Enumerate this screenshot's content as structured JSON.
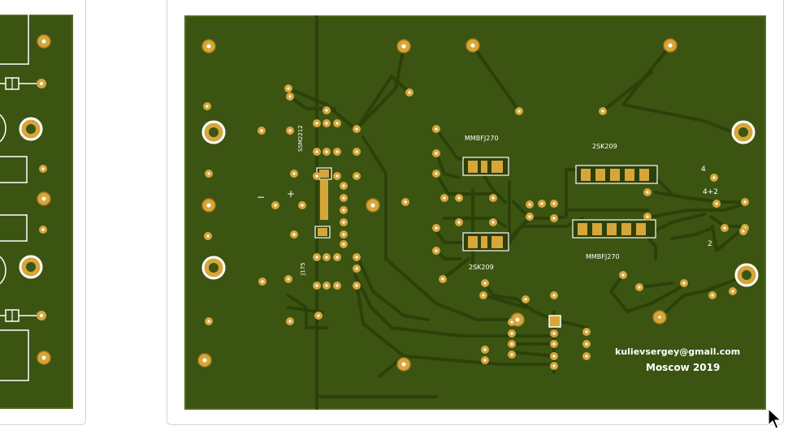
{
  "thumbnails": [
    {
      "alt": "PCB preview - top layer"
    },
    {
      "alt": "PCB preview - bottom layer"
    }
  ],
  "colors": {
    "board": "#3b5412",
    "board_border": "#4f6a1c",
    "trace": "#2c4009",
    "copper": "#d6a63a",
    "copper_dark": "#a87b1c",
    "silk": "#ffffff",
    "card_border": "#d4d4d4"
  },
  "silkscreen": {
    "contact_email": "kulievsergey@gmail.com",
    "city_year": "Moscow 2019",
    "part_top_left": "MMBFJ270",
    "part_top_right": "2SK209",
    "part_bottom_left": "2SK209",
    "part_bottom_right": "MMBFJ270",
    "plus_sign": "+",
    "minus_sign": "−",
    "pin_4": "4",
    "pin_4plus2": "4+2",
    "pin_2": "2",
    "chip_label_upper": "SSM2212",
    "chip_label_lower": "J175"
  },
  "cursor": {
    "icon": "mouse-pointer-icon"
  }
}
